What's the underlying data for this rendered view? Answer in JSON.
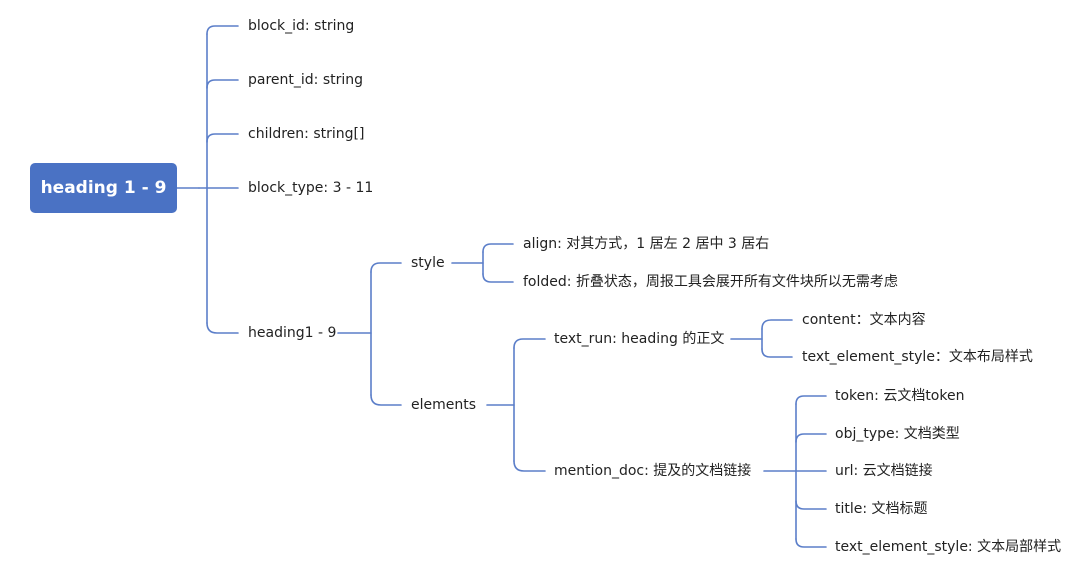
{
  "root": {
    "label": "heading 1 - 9"
  },
  "nodes": {
    "block_id": "block_id: string",
    "parent_id": "parent_id: string",
    "children": "children: string[]",
    "block_type": "block_type: 3 - 11",
    "heading": "heading1 - 9",
    "style": "style",
    "align": "align: 对其方式，1 居左 2 居中 3 居右",
    "folded": "folded: 折叠状态，周报工具会展开所有文件块所以无需考虑",
    "elements": "elements",
    "text_run": "text_run: heading 的正文",
    "content": "content：文本内容",
    "text_element_style_1": "text_element_style：文本布局样式",
    "mention_doc": "mention_doc: 提及的文档链接",
    "token": "token: 云文档token",
    "obj_type": "obj_type: 文档类型",
    "url": "url: 云文档链接",
    "title": "title: 文档标题",
    "text_element_style_2": "text_element_style: 文本局部样式"
  },
  "colors": {
    "root_fill": "#4a72c4",
    "connector": "#5b7ec9",
    "text": "#222222",
    "root_text": "#ffffff"
  }
}
